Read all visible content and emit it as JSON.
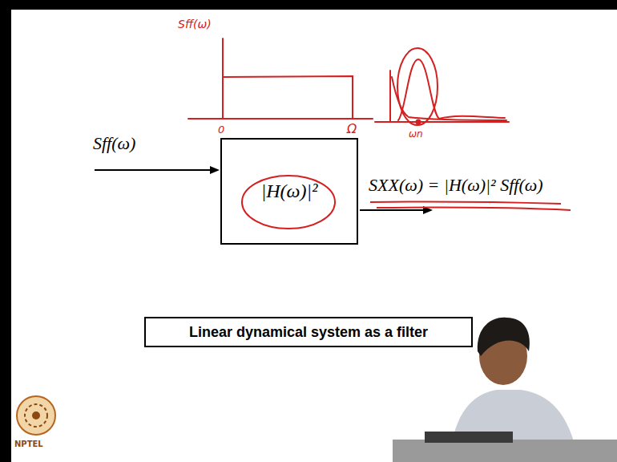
{
  "diagram": {
    "nodes": [
      {
        "text": [
          "|H(ω)|²"
        ]
      },
      {
        "text": [
          "Linear dynamical system as a filter"
        ]
      }
    ],
    "labels": [
      "Sff(ω)",
      "0",
      "Ω",
      "ωn",
      "Sff(ω)",
      "SXX(ω) = |H(ω)|² Sff(ω)",
      "NPTEL"
    ]
  }
}
